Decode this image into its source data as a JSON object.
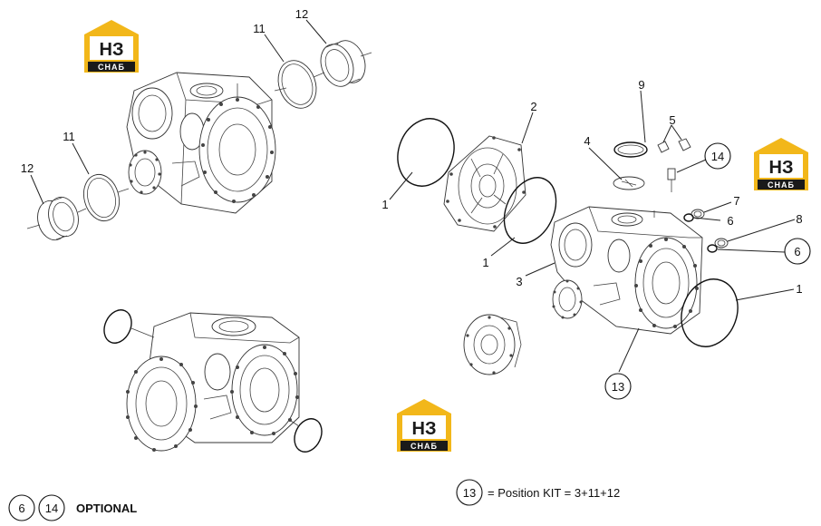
{
  "logos": [
    {
      "id": "logo-top-left",
      "main": "НЗ",
      "sub": "СНАБ"
    },
    {
      "id": "logo-right",
      "main": "НЗ",
      "sub": "СНАБ"
    },
    {
      "id": "logo-bottom",
      "main": "НЗ",
      "sub": "СНАБ"
    }
  ],
  "callouts": {
    "left_top_11": "11",
    "left_top_12": "12",
    "left_mid_11": "11",
    "left_mid_12": "12",
    "r_1_a": "1",
    "r_2": "2",
    "r_1_b": "1",
    "r_3": "3",
    "r_4": "4",
    "r_9": "9",
    "r_5": "5",
    "r_14": "14",
    "r_7": "7",
    "r_6_a": "6",
    "r_8": "8",
    "r_6_b": "6",
    "r_1_c": "1",
    "r_13": "13"
  },
  "footer": {
    "kit_number": "13",
    "kit_text": "= Position KIT = 3+11+12",
    "optional_6": "6",
    "optional_14": "14",
    "optional_label": "OPTIONAL"
  },
  "colors": {
    "logo_yellow": "#f2b71a",
    "logo_dark": "#1a1a1a",
    "line": "#222222"
  }
}
